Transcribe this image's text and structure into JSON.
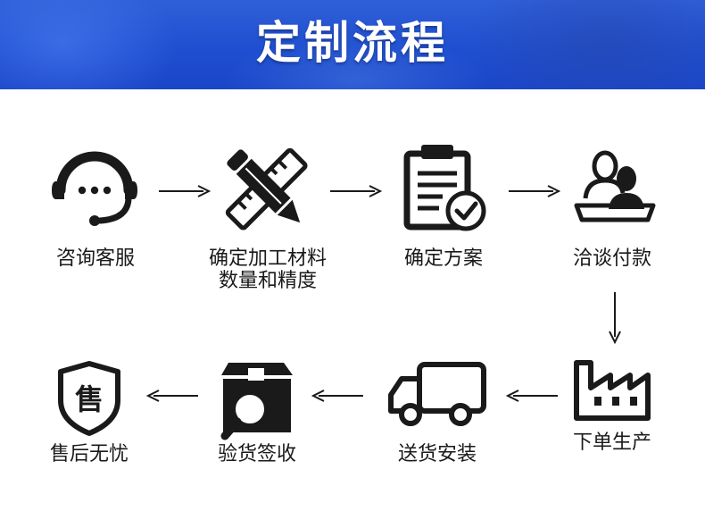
{
  "header": {
    "title": "定制流程",
    "background_color": "#1f4fd0",
    "title_color": "#ffffff"
  },
  "icon_color": "#1a1a1a",
  "arrow_color": "#1a1a1a",
  "steps": [
    {
      "label": "咨询客服",
      "icon": "headset-icon"
    },
    {
      "label_line1": "确定加工材料",
      "label_line2": "数量和精度",
      "icon": "pencil-ruler-icon"
    },
    {
      "label": "确定方案",
      "icon": "clipboard-check-icon"
    },
    {
      "label": "洽谈付款",
      "icon": "people-meeting-icon"
    },
    {
      "label": "下单生产",
      "icon": "factory-icon"
    },
    {
      "label": "送货安装",
      "icon": "delivery-truck-icon"
    },
    {
      "label": "验货签收",
      "icon": "box-inspect-icon"
    },
    {
      "label": "售后无忧",
      "icon": "shield-badge-icon",
      "badge_char": "售"
    }
  ]
}
